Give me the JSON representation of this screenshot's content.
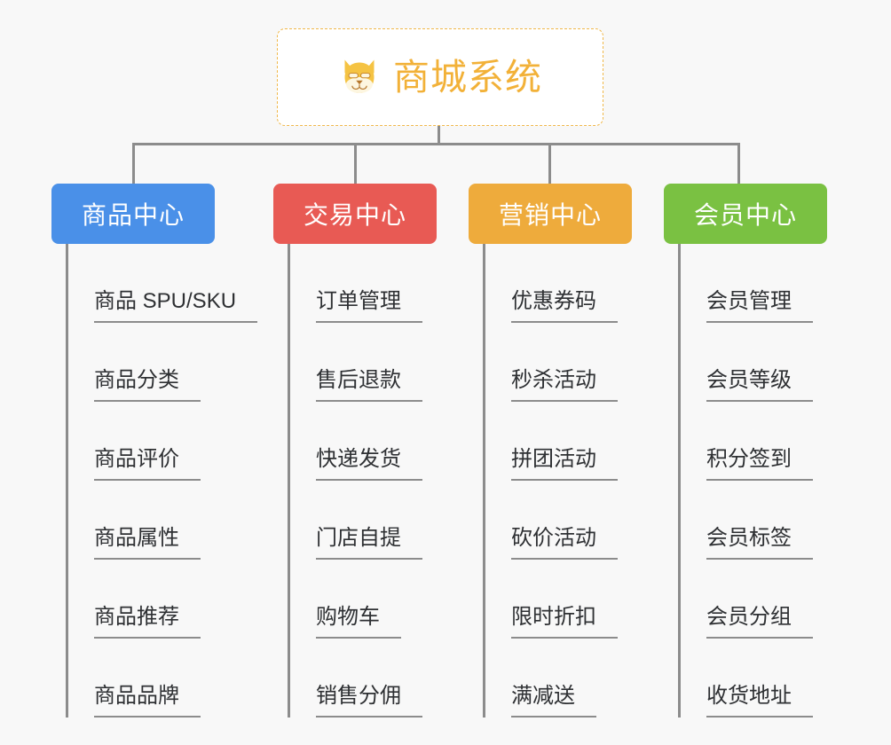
{
  "root": {
    "title": "商城系统",
    "icon": "shiba-inu-icon",
    "border_color": "#f0b84a",
    "text_color": "#f2b138",
    "background": "#ffffff"
  },
  "canvas": {
    "background": "#f8f8f8",
    "line_color": "#8c8c8c"
  },
  "columns": [
    {
      "title": "商品中心",
      "color": "#4a90e8",
      "items": [
        "商品 SPU/SKU",
        "商品分类",
        "商品评价",
        "商品属性",
        "商品推荐",
        "商品品牌"
      ]
    },
    {
      "title": "交易中心",
      "color": "#e85a54",
      "items": [
        "订单管理",
        "售后退款",
        "快递发货",
        "门店自提",
        "购物车",
        "销售分佣"
      ]
    },
    {
      "title": "营销中心",
      "color": "#eeab3c",
      "items": [
        "优惠券码",
        "秒杀活动",
        "拼团活动",
        "砍价活动",
        "限时折扣",
        "满减送"
      ]
    },
    {
      "title": "会员中心",
      "color": "#7ac142",
      "items": [
        "会员管理",
        "会员等级",
        "积分签到",
        "会员标签",
        "会员分组",
        "收货地址"
      ]
    }
  ]
}
